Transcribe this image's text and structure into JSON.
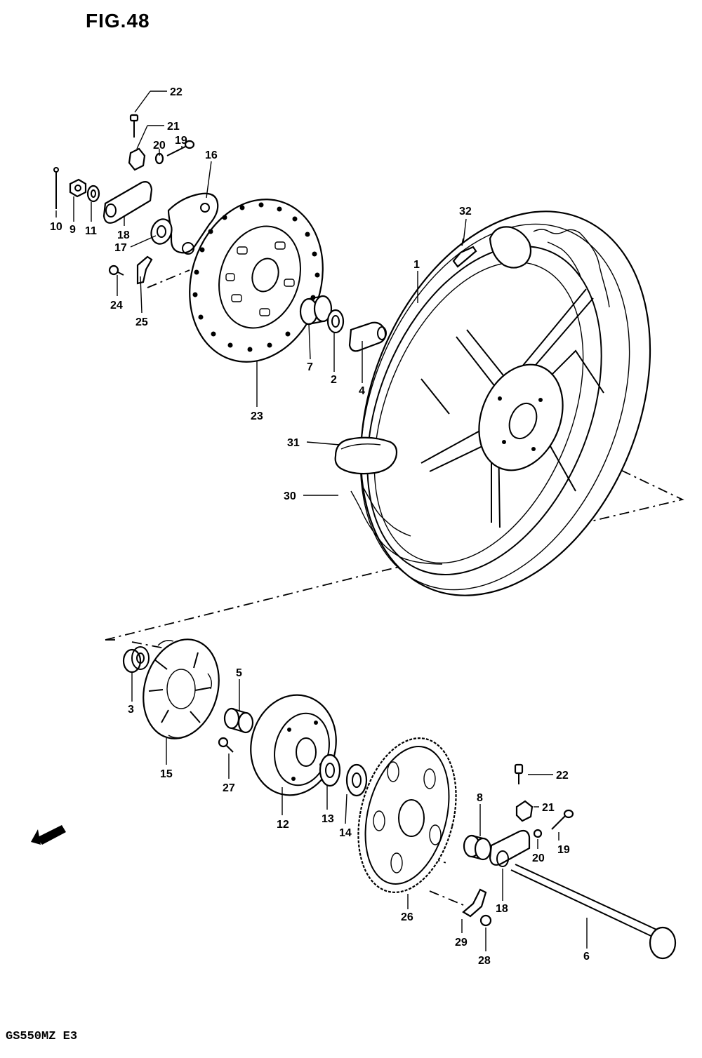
{
  "figure": {
    "title": "FIG.48",
    "model_code": "GS550MZ  E3"
  },
  "callouts": [
    {
      "id": "c22a",
      "label": "22"
    },
    {
      "id": "c21a",
      "label": "21"
    },
    {
      "id": "c20a",
      "label": "20"
    },
    {
      "id": "c19a",
      "label": "19"
    },
    {
      "id": "c16",
      "label": "16"
    },
    {
      "id": "c10",
      "label": "10"
    },
    {
      "id": "c9",
      "label": "9"
    },
    {
      "id": "c11",
      "label": "11"
    },
    {
      "id": "c18a",
      "label": "18"
    },
    {
      "id": "c17",
      "label": "17"
    },
    {
      "id": "c24",
      "label": "24"
    },
    {
      "id": "c25",
      "label": "25"
    },
    {
      "id": "c23",
      "label": "23"
    },
    {
      "id": "c7",
      "label": "7"
    },
    {
      "id": "c2",
      "label": "2"
    },
    {
      "id": "c4",
      "label": "4"
    },
    {
      "id": "c32",
      "label": "32"
    },
    {
      "id": "c1",
      "label": "1"
    },
    {
      "id": "c31",
      "label": "31"
    },
    {
      "id": "c30",
      "label": "30"
    },
    {
      "id": "c3",
      "label": "3"
    },
    {
      "id": "c15",
      "label": "15"
    },
    {
      "id": "c5",
      "label": "5"
    },
    {
      "id": "c27",
      "label": "27"
    },
    {
      "id": "c12",
      "label": "12"
    },
    {
      "id": "c13",
      "label": "13"
    },
    {
      "id": "c14",
      "label": "14"
    },
    {
      "id": "c26",
      "label": "26"
    },
    {
      "id": "c8",
      "label": "8"
    },
    {
      "id": "c22b",
      "label": "22"
    },
    {
      "id": "c21b",
      "label": "21"
    },
    {
      "id": "c19b",
      "label": "19"
    },
    {
      "id": "c20b",
      "label": "20"
    },
    {
      "id": "c18b",
      "label": "18"
    },
    {
      "id": "c29",
      "label": "29"
    },
    {
      "id": "c28",
      "label": "28"
    },
    {
      "id": "c6",
      "label": "6"
    }
  ]
}
